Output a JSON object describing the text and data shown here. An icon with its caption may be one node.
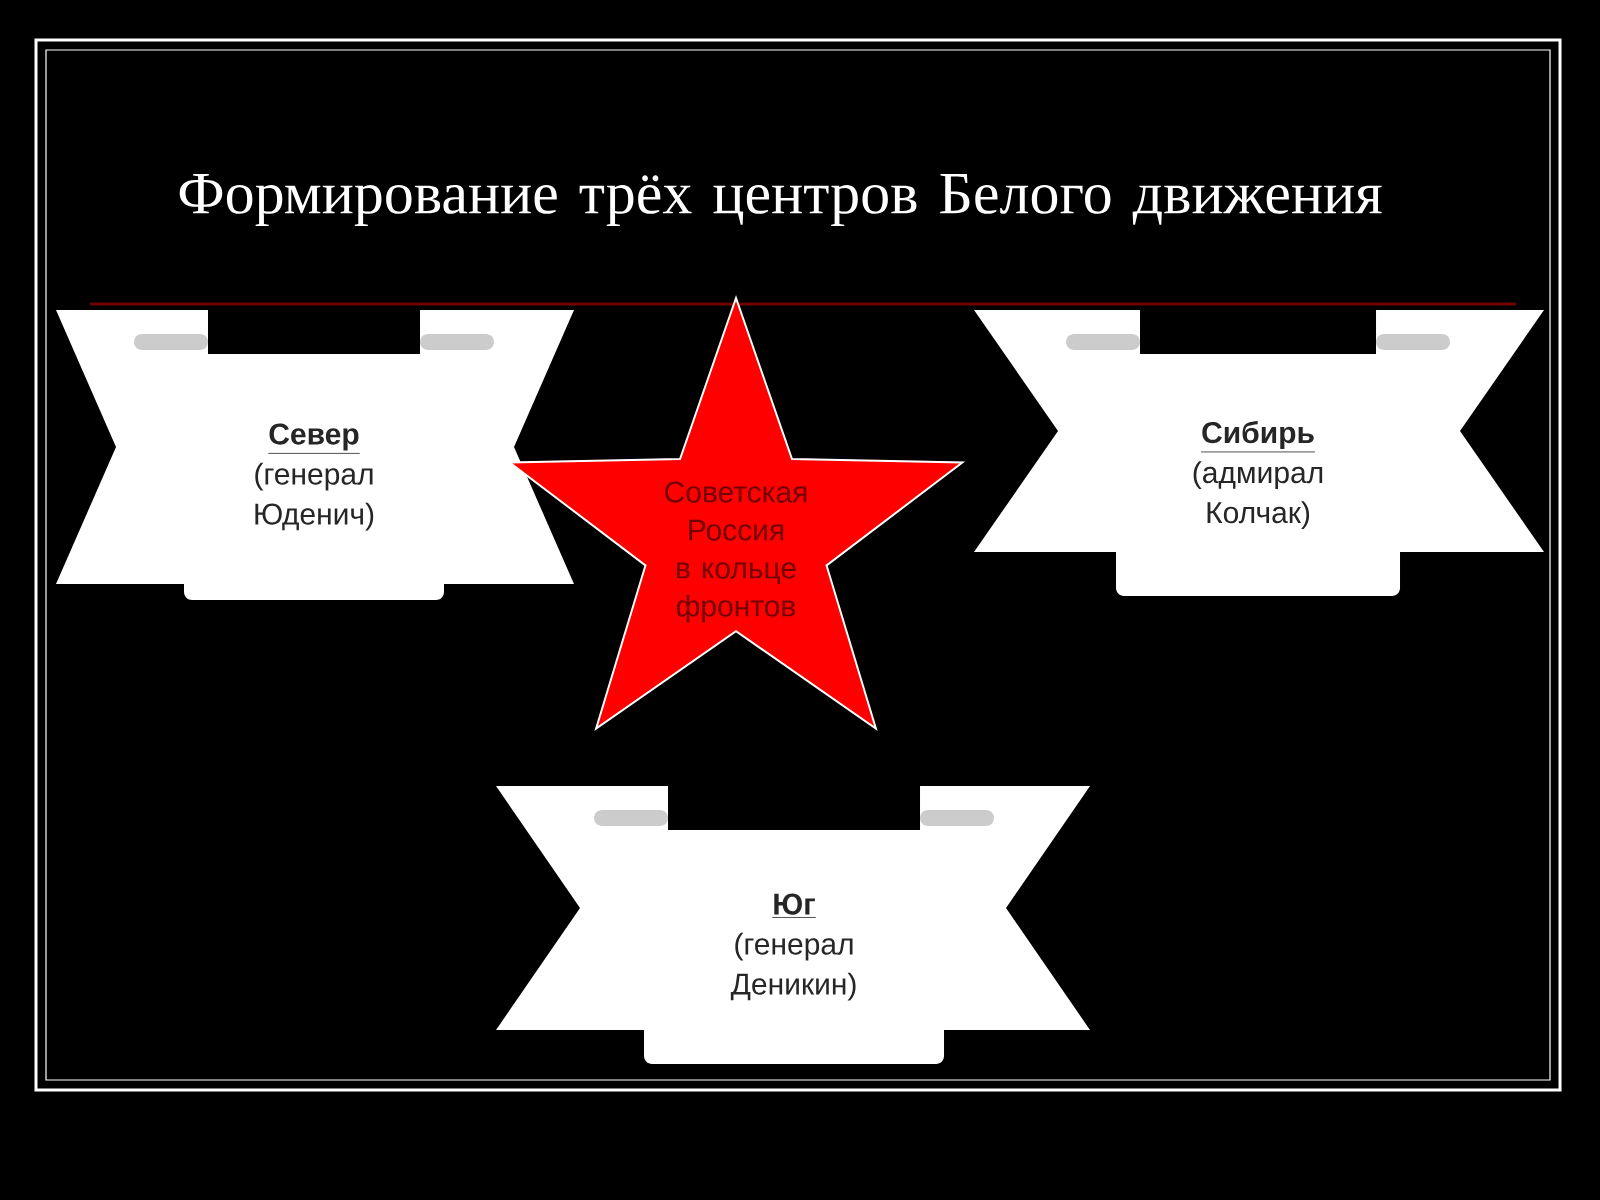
{
  "diagram": {
    "title": "Формирование трёх центров Белого движения",
    "nodes": [
      {
        "text": [
          "Север",
          "(генерал Юденич)"
        ]
      },
      {
        "text": [
          "Советская Россия в кольце фронтов"
        ]
      },
      {
        "text": [
          "Сибирь",
          "(адмирал Колчак)"
        ]
      },
      {
        "text": [
          "Юг",
          "(генерал Деникин)"
        ]
      }
    ]
  }
}
